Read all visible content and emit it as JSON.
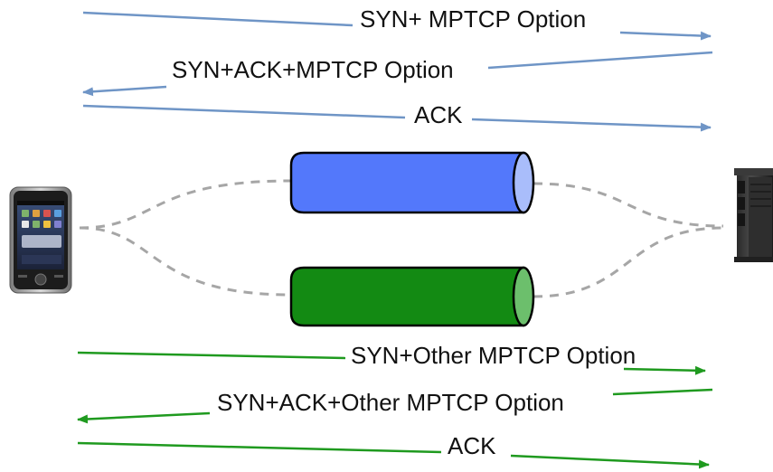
{
  "colors": {
    "blue_arrow": "#6f95c6",
    "green_arrow": "#1f9a1f",
    "blue_tube": "#5378fb",
    "blue_tube_cap": "#a9bdfb",
    "green_tube": "#138a13",
    "green_tube_cap": "#6cbf6c",
    "dashed_path": "#a6a6a6"
  },
  "subflow1": {
    "syn": "SYN+ MPTCP Option",
    "synack": "SYN+ACK+MPTCP Option",
    "ack": "ACK"
  },
  "subflow2": {
    "syn": "SYN+Other MPTCP  Option",
    "synack": "SYN+ACK+Other MPTCP Option",
    "ack": "ACK"
  },
  "icons": {
    "client": "smartphone-icon",
    "server": "server-tower-icon"
  }
}
